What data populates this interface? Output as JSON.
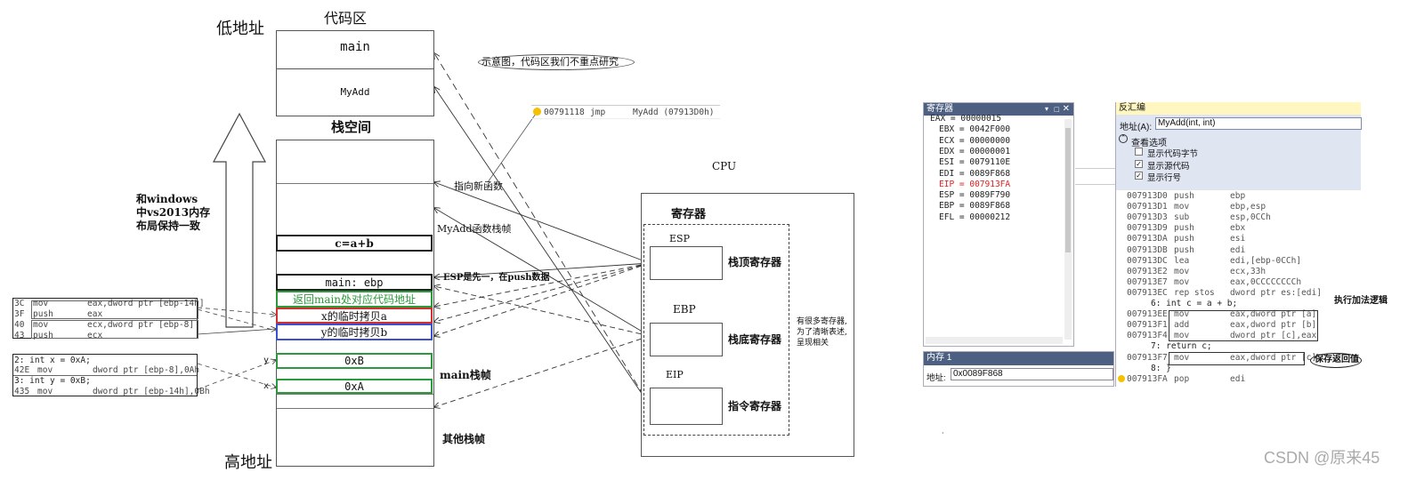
{
  "labels": {
    "low_address": "低地址",
    "high_address": "高地址",
    "code_area": "代码区",
    "stack_space": "栈空间",
    "cpu": "CPU",
    "registers": "寄存器",
    "windows_note_1": "和windows",
    "windows_note_2": "中vs2013内存",
    "windows_note_3": "布局保持一致",
    "schematic_note": "示意图，代码区我们不重点研究",
    "points_new_func": "指向新函数",
    "myadd_frame": "MyAdd函数栈帧",
    "esp_note": "ESP是先一，在push数据",
    "main_frame": "main栈帧",
    "other_frames": "其他栈帧",
    "many_regs_note_1": "有很多寄存器,",
    "many_regs_note_2": "为了清晰表述,",
    "many_regs_note_3": "呈现相关",
    "y_marker": "y",
    "x_marker": "x"
  },
  "code_area": {
    "main": "main",
    "myadd": "MyAdd"
  },
  "stack": {
    "cab": "c=a+b",
    "main_ebp": "main: ebp",
    "ret_addr": "返回main处对应代码地址",
    "x_copy": "x的临时拷贝a",
    "y_copy": "y的临时拷贝b",
    "val_b": "0xB",
    "val_a": "0xA"
  },
  "cpu_regs": [
    {
      "name": "ESP",
      "desc": "栈顶寄存器"
    },
    {
      "name": "EBP",
      "desc": "栈底寄存器"
    },
    {
      "name": "EIP",
      "desc": "指令寄存器"
    }
  ],
  "jmp_snippet": {
    "addr": "00791118",
    "op": "jmp",
    "target": "MyAdd (07913D0h)"
  },
  "left_code": [
    {
      "addr": "3C",
      "op": "mov",
      "args": "eax,dword ptr [ebp-14h]"
    },
    {
      "addr": "3F",
      "op": "push",
      "args": "eax"
    },
    {
      "addr": "40",
      "op": "mov",
      "args": "ecx,dword ptr [ebp-8]"
    },
    {
      "addr": "43",
      "op": "push",
      "args": "ecx"
    }
  ],
  "left_code2": [
    {
      "src": "2: int x = 0xA;"
    },
    {
      "addr": "42E",
      "op": "mov",
      "args": "dword ptr [ebp-8],0Ah"
    },
    {
      "src": "3: int y = 0xB;"
    },
    {
      "addr": "435",
      "op": "mov",
      "args": "dword ptr [ebp-14h],0Bh"
    }
  ],
  "registers_panel": {
    "title": "寄存器",
    "rows": [
      {
        "name": "EAX",
        "value": "00000015",
        "changed": false
      },
      {
        "name": "EBX",
        "value": "0042F000",
        "changed": false
      },
      {
        "name": "ECX",
        "value": "00000000",
        "changed": false
      },
      {
        "name": "EDX",
        "value": "00000001",
        "changed": false
      },
      {
        "name": "ESI",
        "value": "0079110E",
        "changed": false
      },
      {
        "name": "EDI",
        "value": "0089F868",
        "changed": false
      },
      {
        "name": "EIP",
        "value": "007913FA",
        "changed": true
      },
      {
        "name": "ESP",
        "value": "0089F790",
        "changed": false
      },
      {
        "name": "EBP",
        "value": "0089F868",
        "changed": false
      },
      {
        "name": "EFL",
        "value": "00000212",
        "changed": false
      }
    ]
  },
  "memory_panel": {
    "title": "内存 1",
    "address_label": "地址:",
    "address_value": "0x0089F868"
  },
  "disasm_panel": {
    "title": "反汇编",
    "address_label": "地址(A):",
    "address_value": "MyAdd(int, int)",
    "view_options": "查看选项",
    "options": [
      {
        "label": "显示代码字节",
        "checked": false
      },
      {
        "label": "显示源代码",
        "checked": true
      },
      {
        "label": "显示行号",
        "checked": true
      }
    ],
    "lines": [
      {
        "addr": "007913D0",
        "op": "push",
        "args": "ebp"
      },
      {
        "addr": "007913D1",
        "op": "mov",
        "args": "ebp,esp"
      },
      {
        "addr": "007913D3",
        "op": "sub",
        "args": "esp,0CCh"
      },
      {
        "addr": "007913D9",
        "op": "push",
        "args": "ebx"
      },
      {
        "addr": "007913DA",
        "op": "push",
        "args": "esi"
      },
      {
        "addr": "007913DB",
        "op": "push",
        "args": "edi"
      },
      {
        "addr": "007913DC",
        "op": "lea",
        "args": "edi,[ebp-0CCh]"
      },
      {
        "addr": "007913E2",
        "op": "mov",
        "args": "ecx,33h"
      },
      {
        "addr": "007913E7",
        "op": "mov",
        "args": "eax,0CCCCCCCCh"
      },
      {
        "addr": "007913EC",
        "op": "rep stos",
        "args": "dword ptr es:[edi]"
      },
      {
        "src": "6: int c = a + b;"
      },
      {
        "addr": "007913EE",
        "op": "mov",
        "args": "eax,dword ptr [a]"
      },
      {
        "addr": "007913F1",
        "op": "add",
        "args": "eax,dword ptr [b]"
      },
      {
        "addr": "007913F4",
        "op": "mov",
        "args": "dword ptr [c],eax"
      },
      {
        "src": "7: return c;"
      },
      {
        "addr": "007913F7",
        "op": "mov",
        "args": "eax,dword ptr [c]"
      },
      {
        "src": "8: }"
      },
      {
        "addr": "007913FA",
        "op": "pop",
        "args": "edi"
      }
    ],
    "note_exec_add": "执行加法逻辑",
    "note_save_ret": "保存返回值"
  },
  "watermark": "CSDN @原来45",
  "colors": {
    "green": "#2a9a3a",
    "red": "#d03030",
    "blue": "#3a50d0",
    "titlebar": "#4d6082",
    "eip_changed": "#e02020"
  }
}
